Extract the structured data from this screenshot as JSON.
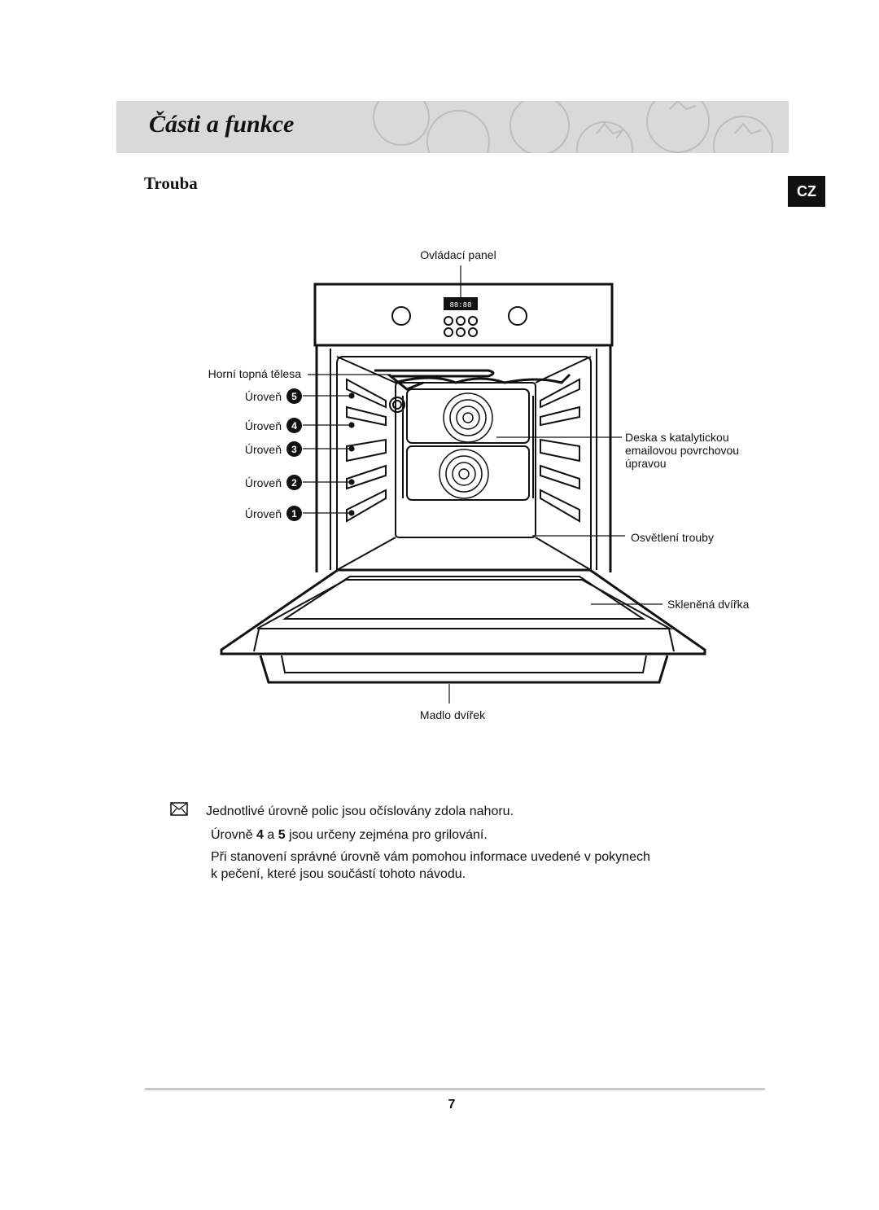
{
  "header": {
    "title": "Části a funkce"
  },
  "section": {
    "title": "Trouba",
    "lang_badge": "CZ"
  },
  "diagram": {
    "labels": {
      "control_panel": "Ovládací panel",
      "upper_heating": "Horní topná tělesa",
      "level_word": "Úroveň",
      "catalytic_line1": "Deska s katalytickou",
      "catalytic_line2": "emailovou povrchovou",
      "catalytic_line3": "úpravou",
      "oven_light": "Osvětlení trouby",
      "glass_door": "Skleněná dvířka",
      "door_handle": "Madlo dvířek"
    },
    "display_text": "88:88",
    "levels": [
      "5",
      "4",
      "3",
      "2",
      "1"
    ]
  },
  "notes": {
    "line1": "Jednotlivé úrovně polic jsou očíslovány zdola nahoru.",
    "line2_pre": "Úrovně ",
    "line2_b1": "4",
    "line2_mid": " a ",
    "line2_b2": "5",
    "line2_post": " jsou určeny zejména pro grilování.",
    "line3": "Při stanovení správné úrovně vám pomohou informace uvedené v pokynech",
    "line4": "k pečení, které jsou součástí tohoto návodu."
  },
  "footer": {
    "page_number": "7"
  }
}
